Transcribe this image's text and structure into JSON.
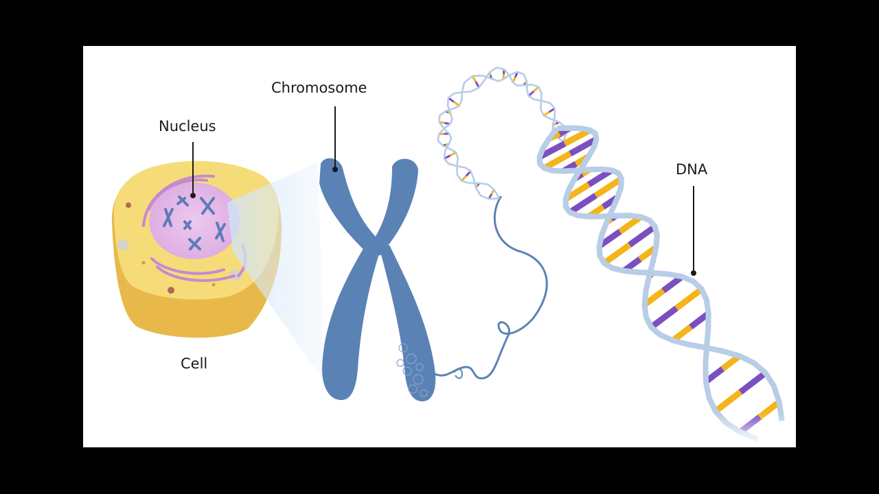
{
  "labels": {
    "nucleus": "Nucleus",
    "chromosome": "Chromosome",
    "dna": "DNA",
    "cell": "Cell"
  },
  "colors": {
    "frame": "#000000",
    "background": "#ffffff",
    "cell_top": "#f5dc78",
    "cell_side": "#e8b94a",
    "nucleus": "#e3b5e6",
    "er": "#c48ad0",
    "chromosome": "#5b82b5",
    "helix_backbone": "#b8cde6",
    "base_colors": [
      "#e85d2a",
      "#f4b41a",
      "#1fb5a8",
      "#7b4fc0"
    ]
  }
}
